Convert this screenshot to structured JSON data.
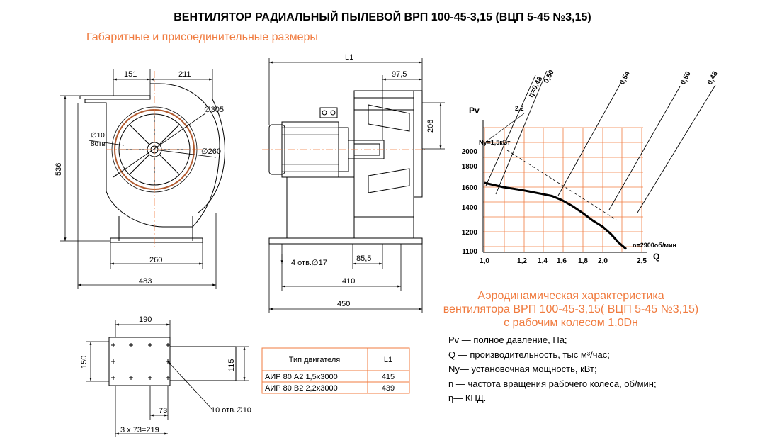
{
  "title": "ВЕНТИЛЯТОР РАДИАЛЬНЫЙ ПЫЛЕВОЙ ВРП 100-45-3,15 (ВЦП 5-45 №3,15)",
  "subtitle": "Габаритные и присоединительные размеры",
  "front_view": {
    "dims": {
      "d151": "151",
      "d211": "211",
      "d305": "∅305",
      "d10": "∅10",
      "holes8": "8отв",
      "d260c": "∅260",
      "d536": "536",
      "d260": "260",
      "d483": "483"
    }
  },
  "side_view": {
    "dims": {
      "L1": "L1",
      "d97_5": "97,5",
      "d206": "206",
      "holes4": "4 отв.∅17",
      "d85_5": "85,5",
      "d410": "410",
      "d450": "450"
    }
  },
  "flange_view": {
    "dims": {
      "d190": "190",
      "d150": "150",
      "d115": "115",
      "d73": "73",
      "holes10": "10 отв.∅10",
      "d3x73": "3 x 73=219"
    }
  },
  "motor_table": {
    "headers": [
      "Тип двигателя",
      "L1"
    ],
    "rows": [
      [
        "АИР 80 А2 1,5х3000",
        "415"
      ],
      [
        "АИР 80 В2 2,2х3000",
        "439"
      ]
    ]
  },
  "chart_data": {
    "type": "line",
    "title": "",
    "xlabel": "Q",
    "ylabel": "Pv",
    "x_ticks": [
      "1,0",
      "1,2",
      "1,4",
      "1,6",
      "1,8",
      "2,0",
      "2,5"
    ],
    "y_ticks": [
      "1100",
      "1200",
      "1400",
      "1600",
      "1800",
      "2000"
    ],
    "xlim": [
      1.0,
      2.4
    ],
    "ylim": [
      1100,
      2200
    ],
    "grid": true,
    "series": [
      {
        "name": "n=2900об/мин",
        "x": [
          1.0,
          1.1,
          1.2,
          1.3,
          1.4,
          1.5,
          1.6,
          1.7,
          1.8,
          1.9,
          2.0,
          2.1,
          2.2,
          2.3
        ],
        "y": [
          1640,
          1600,
          1570,
          1550,
          1530,
          1510,
          1470,
          1410,
          1350,
          1290,
          1240,
          1190,
          1145,
          1110
        ]
      }
    ],
    "efficiency_labels": [
      "η=0,48",
      "0,50",
      "0,54",
      "0,50",
      "0,48"
    ],
    "power_labels": [
      "Ny=1,5кВт",
      "2,2"
    ],
    "speed_label": "n=2900об/мин"
  },
  "aero_caption": {
    "line1": "Аэродинамическая характеристика",
    "line2": "вентилятора  ВРП 100-45-3,15( ВЦП 5-45 №3,15)",
    "line3": "с рабочим колесом 1,0Dн"
  },
  "legend": {
    "pv": "Pv — полное давление, Па;",
    "q": "Q  — производительность, тыс м³/час;",
    "ny": "Ny— установочная мощность, кВт;",
    "n": "n — частота вращения рабочего колеса,  об/мин;",
    "eta": "η— КПД."
  },
  "colors": {
    "accent": "#f07b3f",
    "grid": "#f07b3f",
    "line": "#000000"
  }
}
